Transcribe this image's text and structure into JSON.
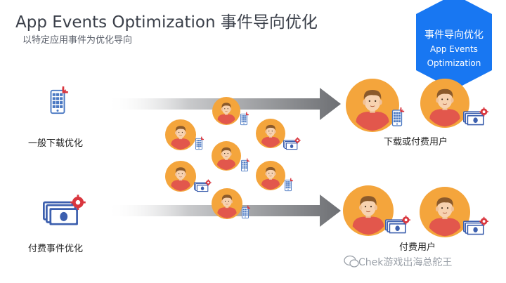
{
  "header": {
    "title": "App Events Optimization 事件导向优化",
    "subtitle": "以特定应用事件为优化导向"
  },
  "badge": {
    "line1": "事件导向优化",
    "line2": "App Events",
    "line3": "Optimization",
    "color": "#1877f2"
  },
  "rows": {
    "top_left_label": "一般下载优化",
    "top_right_label": "下载或付费用户",
    "bottom_left_label": "付费事件优化",
    "bottom_right_label": "付费用户"
  },
  "watermark": "Chek游戏出海总舵王",
  "colors": {
    "avatar_bg": "#f4a53c",
    "shirt": "#e2574c",
    "skin": "#f7d2b0",
    "hair": "#8b5a2b",
    "phone": "#4a78c2",
    "money_blue": "#3c5fae",
    "accent_red": "#d9363e",
    "arrow_gray": "#6d6f73"
  },
  "icons": {
    "phone": "phone-download-icon",
    "money": "money-stack-icon",
    "person": "person-avatar-icon",
    "wechat": "wechat-icon"
  }
}
